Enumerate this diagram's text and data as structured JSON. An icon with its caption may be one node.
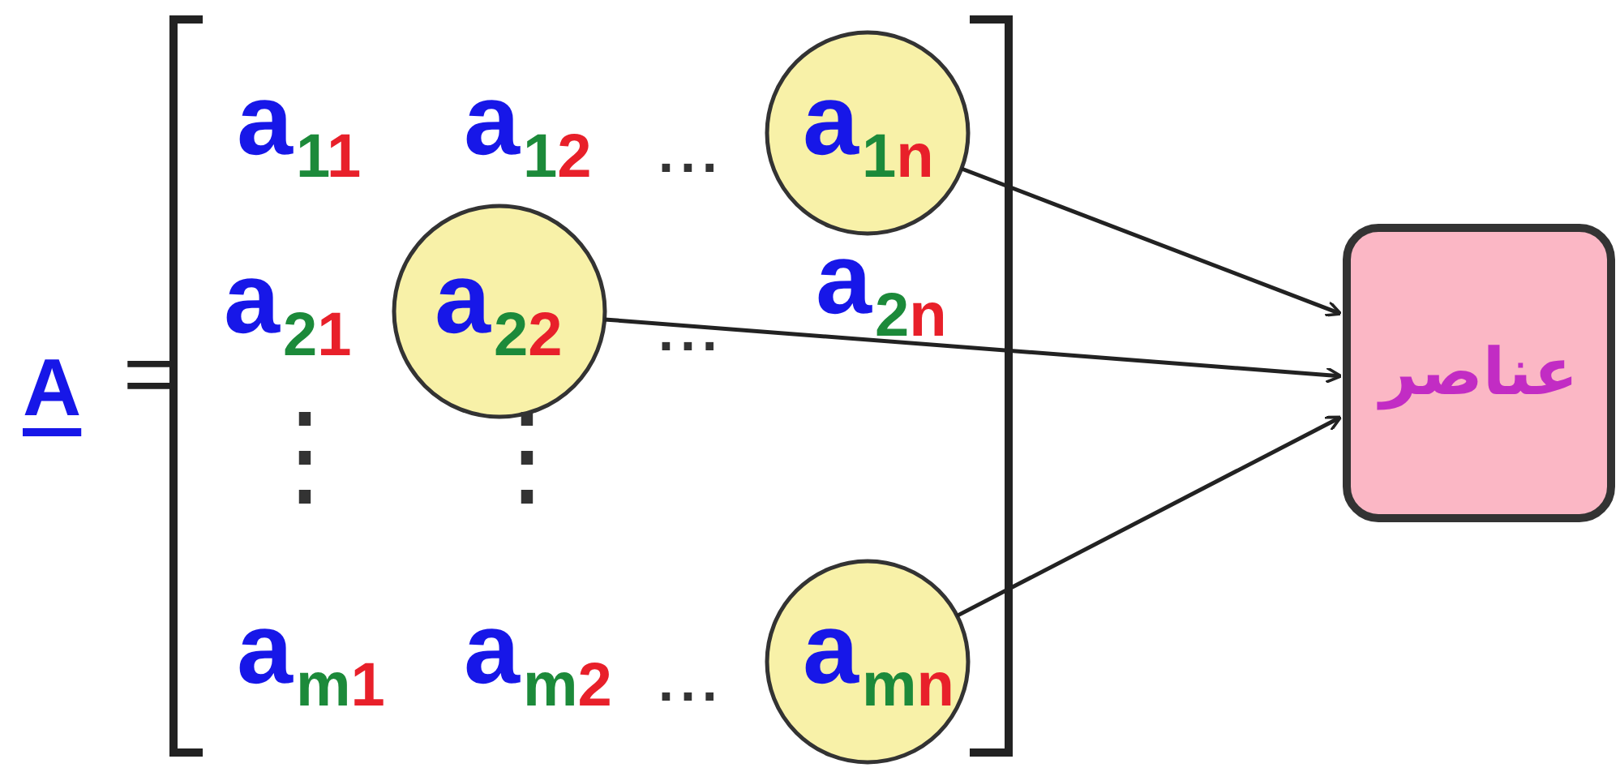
{
  "diagram": {
    "nodes": [
      {
        "text": [
          "a$_{1n}$"
        ]
      },
      {
        "text": [
          "a$_{22}$"
        ]
      },
      {
        "text": [
          "a$_{mn}$"
        ]
      },
      {
        "text": [
          "عناصر"
        ]
      }
    ],
    "edges": [
      {
        "from": 0,
        "to": 3,
        "arrow": "to"
      },
      {
        "from": 1,
        "to": 3,
        "arrow": "to"
      },
      {
        "from": 2,
        "to": 3,
        "arrow": "to"
      }
    ],
    "labels": [
      "A",
      "=",
      "a$_{11}$",
      "a$_{12}$",
      "...",
      "a$_{21}$",
      "...",
      "a$_{2n}$",
      "⋮",
      "⋮",
      "a$_{m1}$",
      "a$_{m2}$",
      "..."
    ]
  }
}
